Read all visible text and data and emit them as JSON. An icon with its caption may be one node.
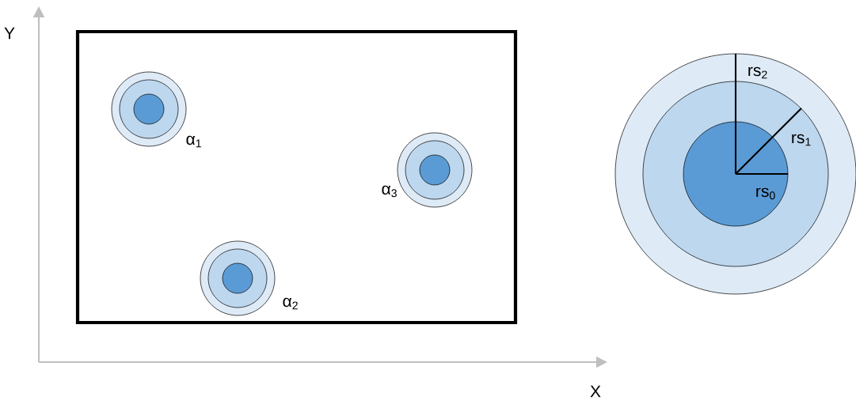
{
  "diagram": {
    "nodes": [
      {
        "text": [],
        "shape": "box"
      },
      {
        "text": [],
        "shape": "circle",
        "in": 0,
        "beside": [
          "α$_{1}$"
        ]
      },
      {
        "text": [],
        "shape": "circle",
        "in": 0,
        "beside": [
          "α$_{3}$"
        ]
      },
      {
        "text": [],
        "shape": "circle",
        "in": 0,
        "beside": [
          "α$_{2}$"
        ]
      }
    ],
    "labels": [
      "Y",
      "rs$_{2}$",
      "rs$_{1}$",
      "rs$_{0}$",
      "X"
    ]
  }
}
